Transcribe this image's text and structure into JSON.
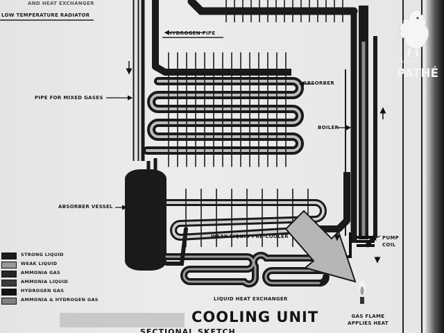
{
  "labels": {
    "top_partial": "AND HEAT EXCHANGER",
    "low_temp_radiator": "LOW TEMPERATURE RADIATOR",
    "hydrogen_pipe": "HYDROGEN PIPE",
    "absorber": "ABSORBER",
    "pipe_mixed_gases": "PIPE FOR MIXED GASES",
    "boiler": "BOILER",
    "absorber_vessel": "ABSORBER VESSEL",
    "weak_liquid_precooler": "WEAK LIQUID PRE-COOLER",
    "pump_coil": "PUMP\nCOIL",
    "liquid_heat_exchanger": "LIQUID HEAT EXCHANGER",
    "gas_flame": "GAS FLAME\nAPPLIES HEAT"
  },
  "title": "COOLING UNIT",
  "subtitle": "SECTIONAL SKETCH",
  "legend": [
    {
      "label": "STRONG LIQUID",
      "color": "#1c1c1c"
    },
    {
      "label": "WEAK LIQUID",
      "color": "#9a9a9a"
    },
    {
      "label": "AMMONIA GAS",
      "color": "#262626"
    },
    {
      "label": "AMMONIA LIQUID",
      "color": "#3a3a3a"
    },
    {
      "label": "HYDROGEN GAS",
      "color": "#121212"
    },
    {
      "label": "AMMONIA & HYDROGEN GAS",
      "color": "#808080"
    }
  ],
  "logo": {
    "small": "BRITISH",
    "big": "PATHÉ"
  }
}
